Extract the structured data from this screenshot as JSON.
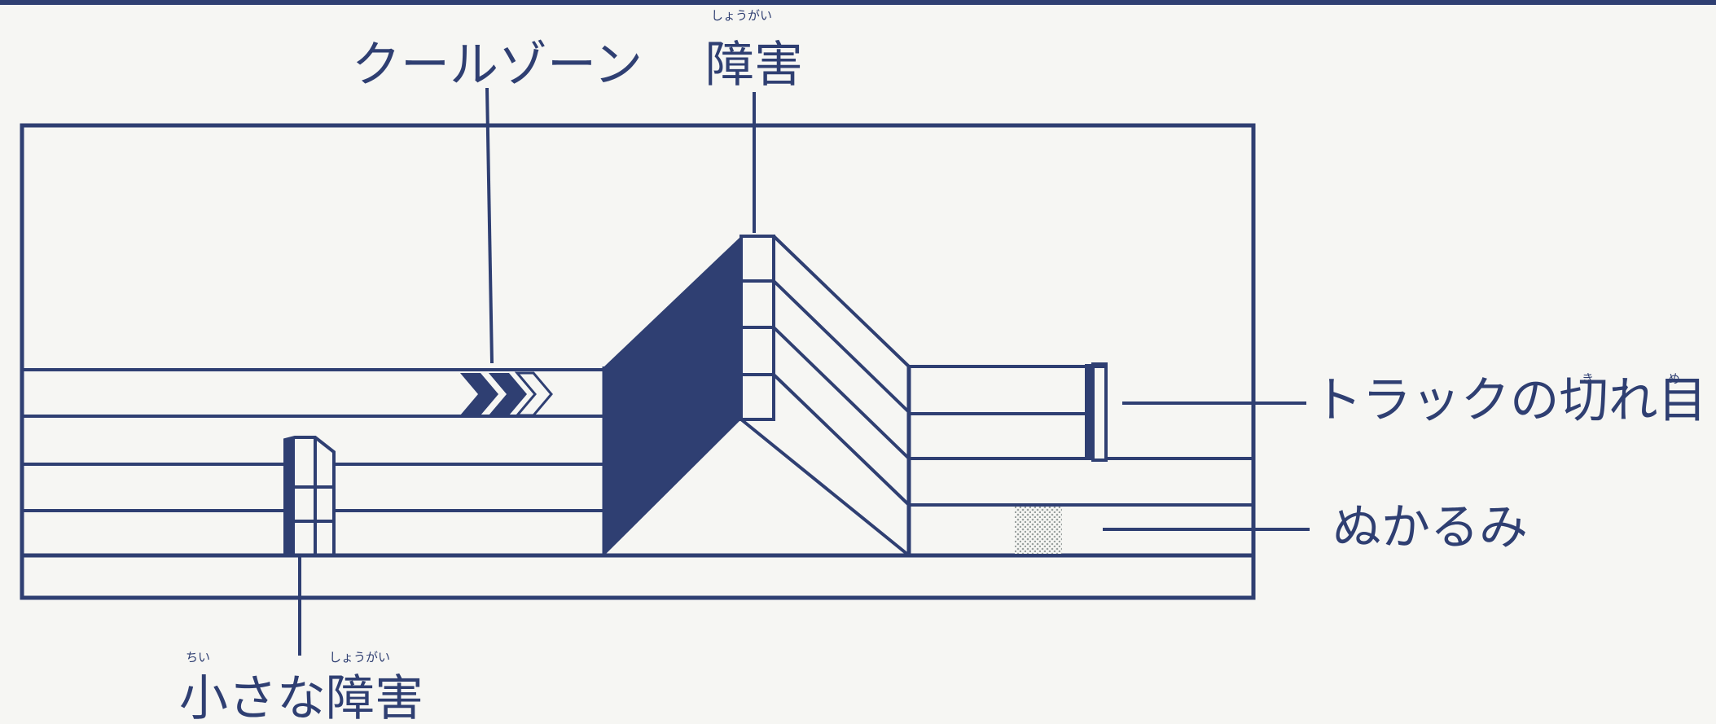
{
  "diagram": {
    "labels": {
      "cool_zone": "クールゾーン",
      "obstacle": "障害",
      "obstacle_ruby": "しょうがい",
      "track_gap": "トラックの切れ目",
      "track_gap_ruby_ki": "き",
      "track_gap_ruby_me": "め",
      "mud": "ぬかるみ",
      "small_obstacle": "小さな障害",
      "small_ruby_chii": "ちい",
      "small_ruby_shougai": "しょうがい"
    },
    "colors": {
      "ink": "#2f3f72",
      "paper": "#f6f6f3",
      "mud": "#c7cbc8"
    }
  }
}
